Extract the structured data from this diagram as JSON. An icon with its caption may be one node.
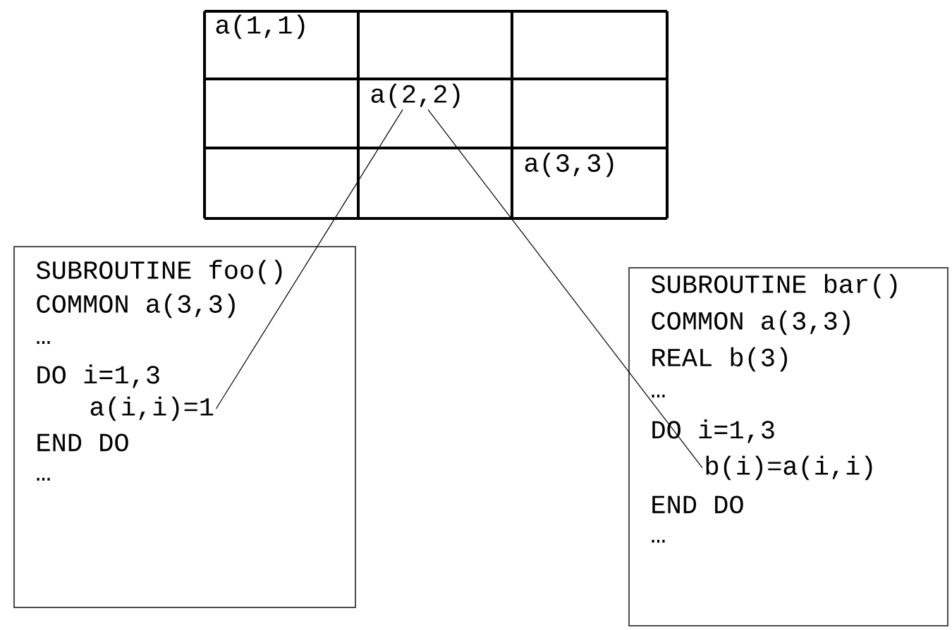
{
  "diagram": {
    "nodes": [
      {
        "text": [
          "a(1,1)"
        ]
      },
      {
        "text": [
          "a(2,2)"
        ]
      },
      {
        "text": [
          "a(3,3)"
        ]
      },
      {
        "text": [
          "SUBROUTINE foo()",
          "COMMON a(3,3)",
          "…",
          "DO i=1,3",
          "END DO",
          "…"
        ]
      },
      {
        "text": [
          "a(i,i)=1"
        ],
        "in": 3
      },
      {
        "text": [
          "SUBROUTINE bar()",
          "COMMON a(3,3)",
          "REAL b(3)",
          "…",
          "DO i=1,3",
          "END DO",
          "…"
        ]
      },
      {
        "text": [
          "b(i)=a(i,i)"
        ],
        "in": 5
      }
    ],
    "edges": [
      {
        "from": 1,
        "to": 4,
        "arrow": "none"
      },
      {
        "from": 1,
        "to": 6,
        "arrow": "none"
      }
    ]
  }
}
